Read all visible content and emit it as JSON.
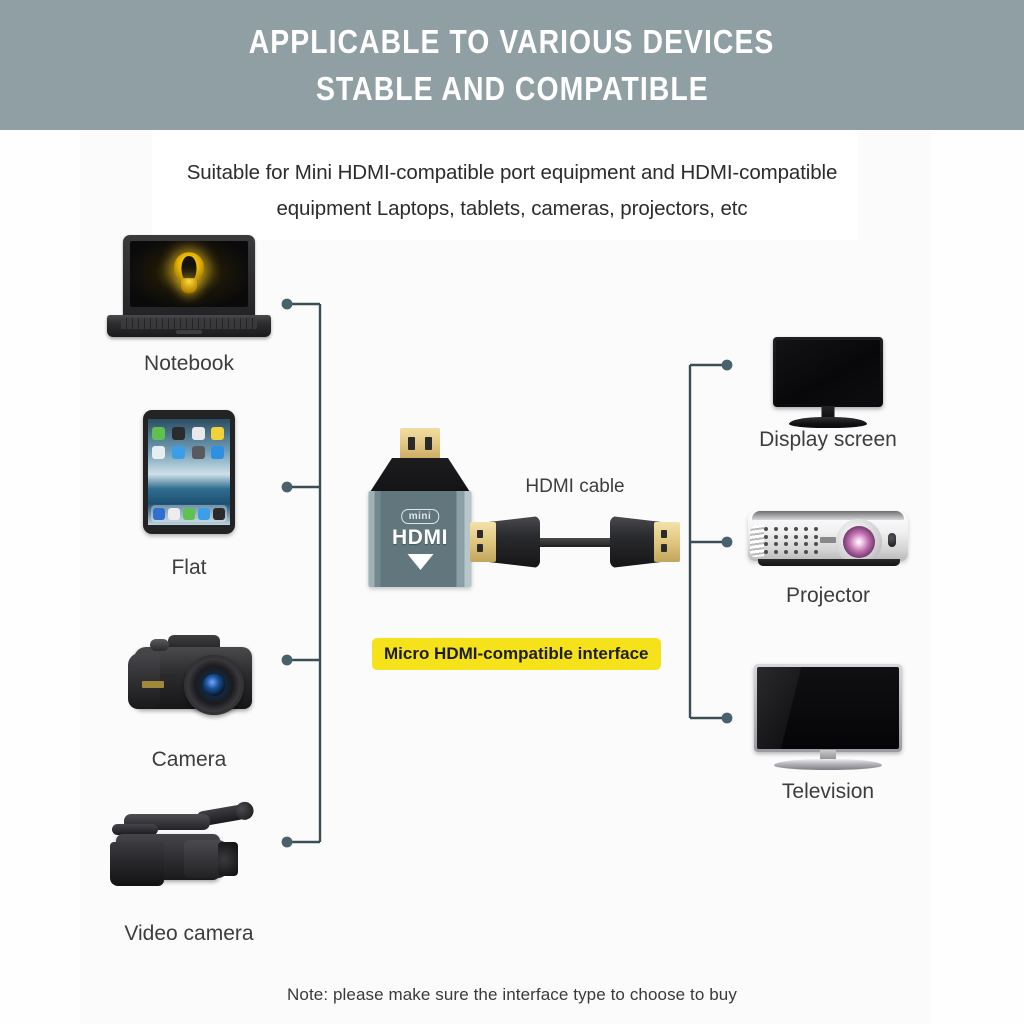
{
  "banner": {
    "line1": "APPLICABLE TO VARIOUS DEVICES",
    "line2": "STABLE AND COMPATIBLE",
    "bg_color": "#909fa4",
    "text_color": "#ffffff"
  },
  "subtitle": {
    "line1": "Suitable for Mini HDMI-compatible port equipment and HDMI-compatible",
    "line2": "equipment Laptops, tablets, cameras, projectors, etc"
  },
  "source_devices": [
    {
      "label": "Notebook",
      "icon": "laptop-icon"
    },
    {
      "label": "Flat",
      "icon": "tablet-icon"
    },
    {
      "label": "Camera",
      "icon": "camera-icon"
    },
    {
      "label": "Video camera",
      "icon": "camcorder-icon"
    }
  ],
  "output_devices": [
    {
      "label": "Display screen",
      "icon": "monitor-icon"
    },
    {
      "label": "Projector",
      "icon": "projector-icon"
    },
    {
      "label": "Television",
      "icon": "television-icon"
    }
  ],
  "adapter": {
    "mini_badge": "mini",
    "hdmi_text": "HDMI",
    "triangle": "▼",
    "body_color": "#61767d",
    "plug_color": "#e3c887"
  },
  "cable": {
    "label": "HDMI cable",
    "connector_color": "#e0c77f"
  },
  "highlight": {
    "text": "Micro HDMI-compatible interface",
    "bg_color": "#f5e21a",
    "text_color": "#1e1e1e"
  },
  "note": {
    "text": "Note: please make sure the interface type to choose to buy"
  },
  "connectors": {
    "line_color": "#3c4e55",
    "dot_color": "#49616b"
  }
}
